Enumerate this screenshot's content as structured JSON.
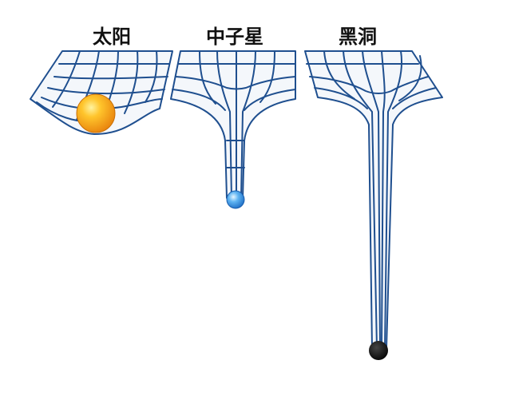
{
  "labels": {
    "sun": "太阳",
    "neutron_star": "中子星",
    "black_hole": "黑洞"
  },
  "colors": {
    "grid_line": "#1f4f8f",
    "sheet_fill": "#f4f7fb",
    "sun_body": "#f7a81b",
    "sun_highlight": "#ffe27a",
    "neutron_star": "#2f8ee0",
    "neutron_highlight": "#bfe6ff",
    "black_hole": "#111111"
  },
  "icons": {
    "sun": "sun-sphere-icon",
    "neutron_star": "neutron-star-sphere-icon",
    "black_hole": "black-hole-sphere-icon"
  }
}
